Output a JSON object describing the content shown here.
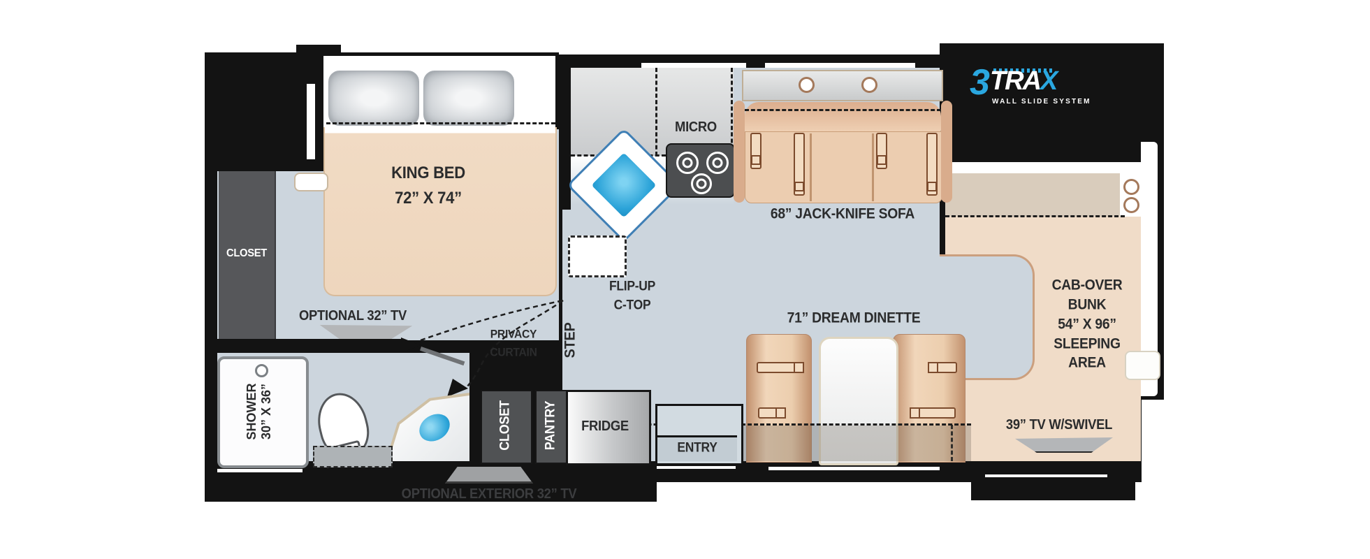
{
  "colors": {
    "wall_black": "#131313",
    "floor": "#ccd5dd",
    "counter_light": "#e3e4e4",
    "counter_dark": "#c7c9cb",
    "tan_light": "#f0dcc8",
    "tan_dark": "#d9ccbc",
    "sofa_tan": "#eccdb0",
    "cabinet_gray": "#505254",
    "sink_blue": "#2ba3d8",
    "logo_blue": "#2aa7e0",
    "label_dark": "#2b2c2d",
    "tv_gray": "#b4b6b8"
  },
  "logo": {
    "three": "3",
    "tra": "TRA",
    "x": "X",
    "subtitle": "WALL SLIDE SYSTEM"
  },
  "labels": {
    "rear_closet": "CLOSET",
    "king_bed_line1": "KING BED",
    "king_bed_line2": "72” X 74”",
    "micro": "MICRO",
    "sofa": "68” JACK-KNIFE SOFA",
    "flip_up_line1": "FLIP-UP",
    "flip_up_line2": "C-TOP",
    "optional_tv": "OPTIONAL 32” TV",
    "privacy_line1": "PRIVACY",
    "privacy_line2": "CURTAIN",
    "step": "STEP",
    "dinette": "71” DREAM DINETTE",
    "bunk_line1": "CAB-OVER",
    "bunk_line2": "BUNK",
    "bunk_line3": "54” X 96”",
    "bunk_line4": "SLEEPING",
    "bunk_line5": "AREA",
    "shower_line1": "SHOWER",
    "shower_line2": "30” X 36”",
    "closet": "CLOSET",
    "pantry": "PANTRY",
    "fridge": "FRIDGE",
    "entry": "ENTRY",
    "tv_swivel": "39” TV W/SWIVEL",
    "exterior_tv": "OPTIONAL EXTERIOR 32” TV"
  }
}
